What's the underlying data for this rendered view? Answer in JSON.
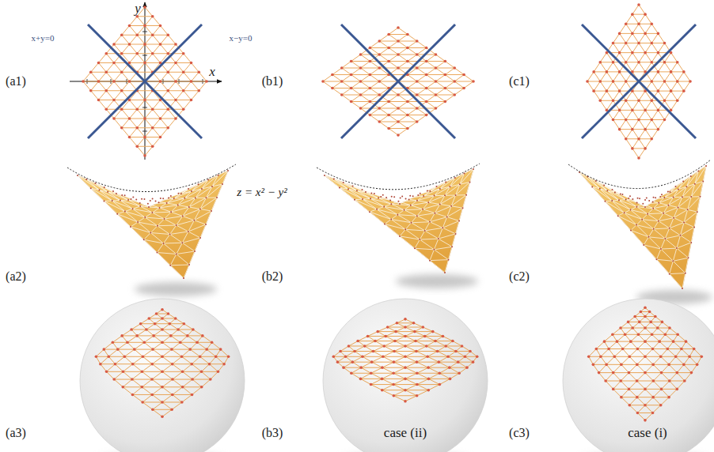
{
  "diagram": {
    "labels": [
      "y",
      "x+y=0",
      "x−y=0",
      "x",
      "(a1)",
      "(b1)",
      "(c1)",
      "z = x² − y²",
      "(a2)",
      "(b2)",
      "(c2)",
      "(a3)",
      "(b3)",
      "(c3)",
      "case (ii)",
      "case (i)"
    ]
  }
}
